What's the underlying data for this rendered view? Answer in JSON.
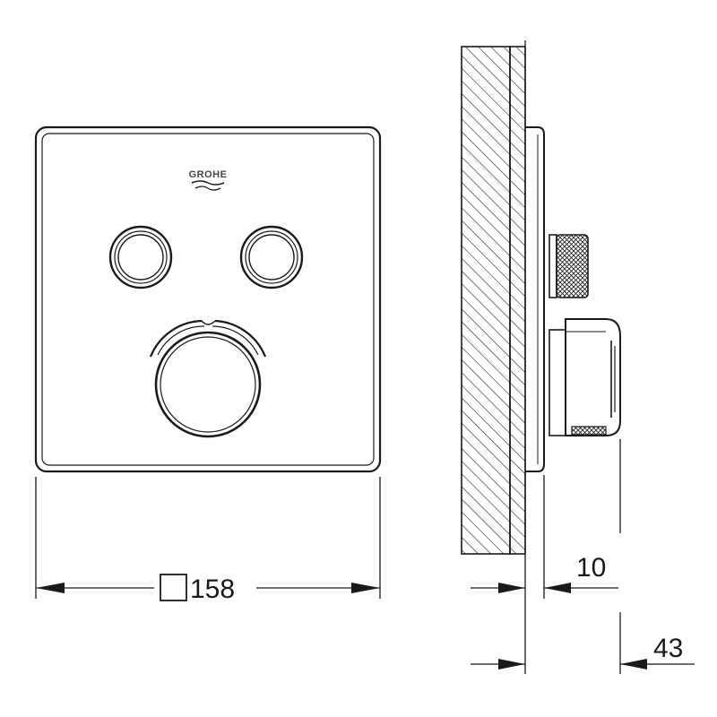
{
  "brand": {
    "logo_text": "GROHE"
  },
  "dimensions": {
    "width_label": "158",
    "depth_small_label": "10",
    "depth_large_label": "43"
  }
}
